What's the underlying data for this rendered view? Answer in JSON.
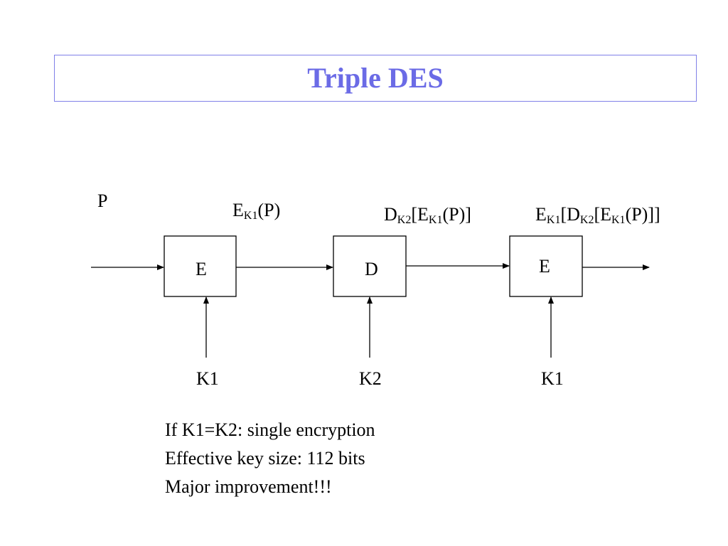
{
  "title": "Triple DES",
  "colors": {
    "title": "#6b6be6",
    "title_border": "#8080e8",
    "lines": "#000000"
  },
  "diagram": {
    "input_label": "P",
    "stage1": {
      "box_label": "E",
      "key_label": "K1",
      "output": {
        "op": "E",
        "sub": "K1",
        "rest": "(P)"
      }
    },
    "stage2": {
      "box_label": "D",
      "key_label": "K2",
      "output": {
        "p1": "D",
        "s1": "K2",
        "p2": "[E",
        "s2": "K1",
        "p3": "(P)]"
      }
    },
    "stage3": {
      "box_label": "E",
      "key_label": "K1",
      "output": {
        "p1": "E",
        "s1": "K1",
        "p2": "[D",
        "s2": "K2",
        "p3": "[E",
        "s3": "K1",
        "p4": "(P)]]"
      }
    }
  },
  "notes": [
    "If K1=K2: single encryption",
    "Effective key size: 112 bits",
    "Major improvement!!!"
  ]
}
